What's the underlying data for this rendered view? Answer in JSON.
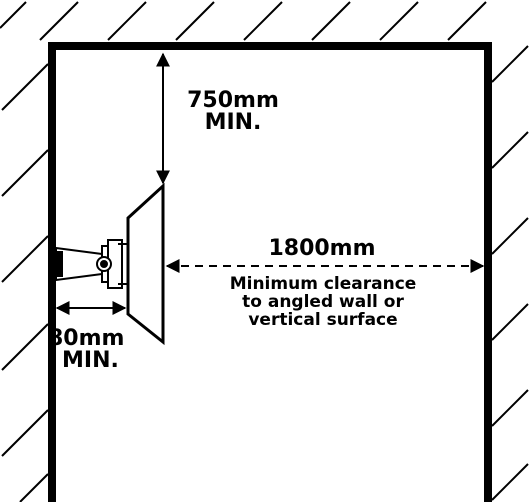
{
  "labels": {
    "top_clearance_value": "750mm",
    "top_clearance_qualifier": "MIN.",
    "front_clearance_value": "1800mm",
    "front_clearance_note": "Minimum clearance to angled wall or vertical surface",
    "wall_gap_value": "80mm",
    "wall_gap_qualifier": "MIN."
  },
  "colors": {
    "line": "#000000",
    "background": "#ffffff"
  },
  "icons": [
    "wall-hatching",
    "projection-screen",
    "wall-mount-bracket",
    "dimension-arrow"
  ]
}
